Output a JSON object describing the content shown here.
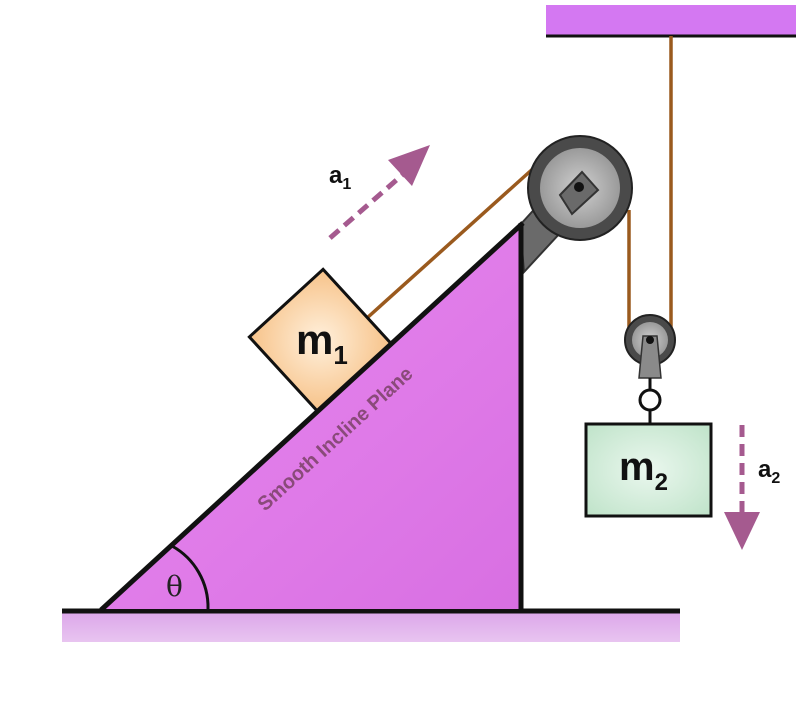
{
  "labels": {
    "mass1": "m",
    "mass1_sub": "1",
    "mass2": "m",
    "mass2_sub": "2",
    "accel1": "a",
    "accel1_sub": "1",
    "accel2": "a",
    "accel2_sub": "2",
    "incline": "Smooth Incline Plane",
    "angle": "θ"
  },
  "colors": {
    "incline_fill": "#e07ae8",
    "ceiling": "#d478f2",
    "floor_shadow": "#d9a0e6",
    "block1_fill": "#fcd9a8",
    "block2_fill": "#cdebd6",
    "rope": "#9a5a1e",
    "arrow": "#a55a8f",
    "pulley_outer": "#444444",
    "pulley_inner": "#b0b0b0",
    "bracket": "#666666",
    "incline_text": "#8a4a7a"
  }
}
